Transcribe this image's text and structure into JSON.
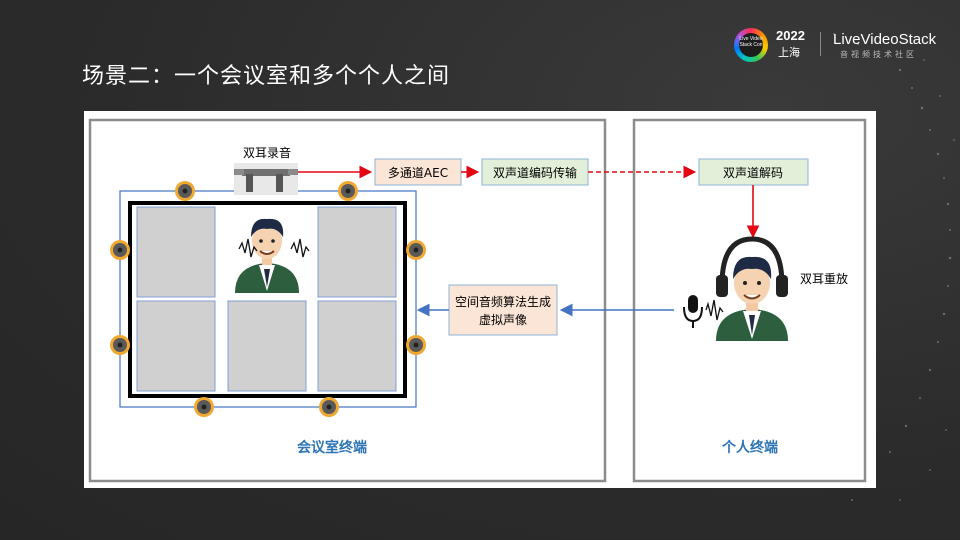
{
  "slide": {
    "title": "场景二：一个会议室和多个个人之间"
  },
  "logo": {
    "badge_text": "Live Video Stack Con",
    "year": "2022",
    "city": "上海",
    "brand": "LiveVideoStack",
    "subtitle": "音视频技术社区"
  },
  "diagram": {
    "binaural_recording_label": "双耳录音",
    "multichannel_aec_label": "多通道AEC",
    "stereo_encode_label": "双声道编码传输",
    "stereo_decode_label": "双声道解码",
    "binaural_playback_label": "双耳重放",
    "spatial_audio_label_line1": "空间音频算法生成",
    "spatial_audio_label_line2": "虚拟声像",
    "meeting_room_label": "会议室终端",
    "personal_label": "个人终端",
    "colors": {
      "red_arrow": "#e30613",
      "blue_arrow": "#4472c4",
      "box_pink": "#fbe5d6",
      "box_green": "#e2f0d9",
      "label_blue": "#2e75b6"
    }
  }
}
